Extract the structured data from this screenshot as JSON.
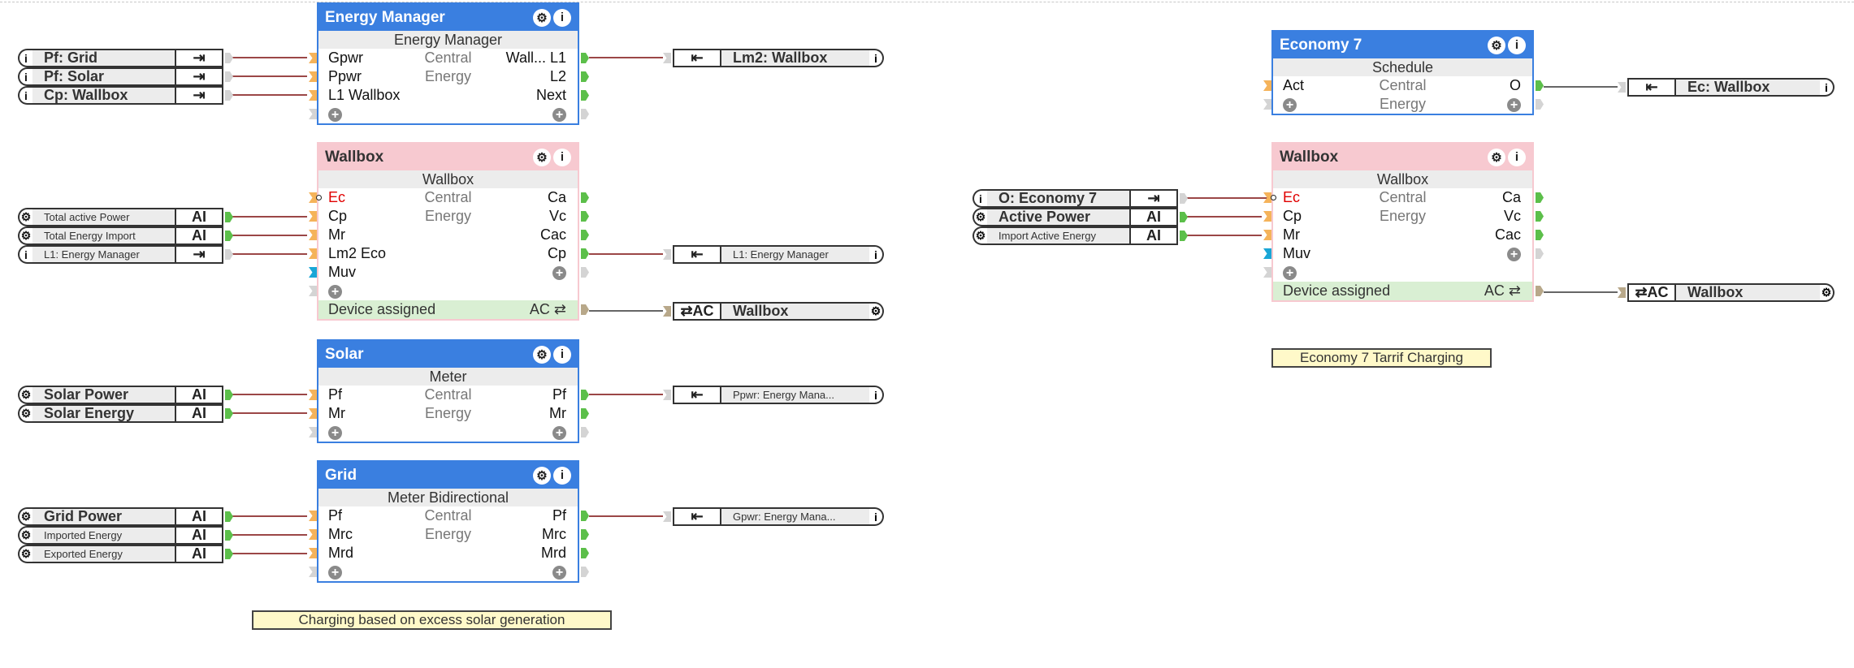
{
  "colors": {
    "wire_link": "#7a0a0a",
    "wire_plain": "#333333",
    "header_blue": "#3a7fe0",
    "header_pink": "#f7c9d0",
    "device_assigned_bg": "#d9efd3",
    "note_bg": "#fff9c9"
  },
  "blocks": {
    "energy_manager": {
      "title": "Energy Manager",
      "subtitle": "Energy Manager",
      "center": [
        "Central",
        "Energy"
      ],
      "inputs": [
        "Gpwr",
        "Ppwr",
        "L1 Wallbox"
      ],
      "outputs": [
        "Wall... L1",
        "L2",
        "Next"
      ]
    },
    "wallbox_left": {
      "title": "Wallbox",
      "subtitle": "Wallbox",
      "center": [
        "Central",
        "Energy"
      ],
      "inputs": [
        "Ec",
        "Cp",
        "Mr",
        "Lm2 Eco",
        "Muv"
      ],
      "outputs": [
        "Ca",
        "Vc",
        "Cac",
        "Cp"
      ],
      "status_label": "Device assigned",
      "status_value": "AC ⇄"
    },
    "solar": {
      "title": "Solar",
      "subtitle": "Meter",
      "center": [
        "Central",
        "Energy"
      ],
      "inputs": [
        "Pf",
        "Mr"
      ],
      "outputs": [
        "Pf",
        "Mr"
      ]
    },
    "grid": {
      "title": "Grid",
      "subtitle": "Meter Bidirectional",
      "center": [
        "Central",
        "Energy"
      ],
      "inputs": [
        "Pf",
        "Mrc",
        "Mrd"
      ],
      "outputs": [
        "Pf",
        "Mrc",
        "Mrd"
      ]
    },
    "economy7": {
      "title": "Economy 7",
      "subtitle": "Schedule",
      "center": [
        "Central",
        "Energy"
      ],
      "inputs": [
        "Act"
      ],
      "outputs": [
        "O"
      ]
    },
    "wallbox_right": {
      "title": "Wallbox",
      "subtitle": "Wallbox",
      "center": [
        "Central",
        "Energy"
      ],
      "inputs": [
        "Ec",
        "Cp",
        "Mr",
        "Muv"
      ],
      "outputs": [
        "Ca",
        "Vc",
        "Cac"
      ],
      "status_label": "Device assigned",
      "status_value": "AC ⇄"
    }
  },
  "icons": {
    "gear": "⚙",
    "info": "i",
    "plus": "+",
    "link_out": "⇥",
    "link_in": "⇤",
    "swap": "⇄"
  },
  "inputs_left": [
    {
      "cap": "i",
      "label": "Pf: Grid",
      "type": "⇥"
    },
    {
      "cap": "i",
      "label": "Pf: Solar",
      "type": "⇥"
    },
    {
      "cap": "i",
      "label": "Cp: Wallbox",
      "type": "⇥"
    },
    {
      "cap": "⚙",
      "label": "Total active Power",
      "type": "AI"
    },
    {
      "cap": "⚙",
      "label": "Total Energy Import",
      "type": "AI"
    },
    {
      "cap": "i",
      "label": "L1: Energy Manager",
      "type": "⇥"
    },
    {
      "cap": "⚙",
      "label": "Solar Power",
      "type": "AI"
    },
    {
      "cap": "⚙",
      "label": "Solar Energy",
      "type": "AI"
    },
    {
      "cap": "⚙",
      "label": "Grid Power",
      "type": "AI"
    },
    {
      "cap": "⚙",
      "label": "Imported Energy",
      "type": "AI"
    },
    {
      "cap": "⚙",
      "label": "Exported Energy",
      "type": "AI"
    }
  ],
  "inputs_right": [
    {
      "cap": "i",
      "label": "O: Economy 7",
      "type": "⇥"
    },
    {
      "cap": "⚙",
      "label": "Active Power",
      "type": "AI"
    },
    {
      "cap": "⚙",
      "label": "Import Active Energy",
      "type": "AI"
    }
  ],
  "outputs_left": [
    {
      "type": "⇤",
      "label": "Lm2: Wallbox",
      "cap": "i"
    },
    {
      "type": "⇤",
      "label": "L1: Energy Manager",
      "cap": "i"
    },
    {
      "type": "⇄AC",
      "label": "Wallbox",
      "cap": "⚙"
    },
    {
      "type": "⇤",
      "label": "Ppwr:  Energy  Mana...",
      "cap": "i"
    },
    {
      "type": "⇤",
      "label": "Gpwr:  Energy  Mana...",
      "cap": "i"
    }
  ],
  "outputs_right": [
    {
      "type": "⇤",
      "label": "Ec: Wallbox",
      "cap": "i"
    },
    {
      "type": "⇄AC",
      "label": "Wallbox",
      "cap": "⚙"
    }
  ],
  "notes": {
    "left": "Charging based on excess solar generation",
    "right": "Economy 7 Tarrif Charging"
  }
}
